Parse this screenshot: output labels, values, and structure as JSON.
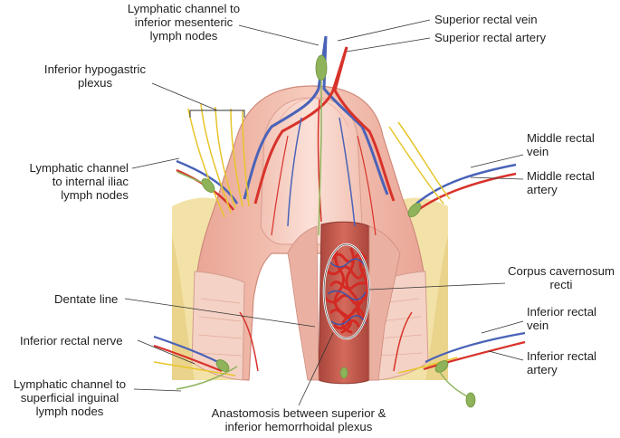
{
  "labels": {
    "lymph_mesenteric": "Lymphatic channel to\ninferior mesenteric\nlymph nodes",
    "sup_rectal_vein": "Superior rectal vein",
    "sup_rectal_artery": "Superior rectal artery",
    "inf_hypogastric": "Inferior hypogastric\nplexus",
    "middle_rectal_vein": "Middle rectal\nvein",
    "middle_rectal_artery": "Middle rectal\nartery",
    "lymph_internal_iliac": "Lymphatic channel\nto internal iliac\nlymph nodes",
    "corpus_cavernosum": "Corpus cavernosum\nrecti",
    "dentate_line": "Dentate line",
    "inf_rectal_vein": "Inferior rectal\nvein",
    "inf_rectal_nerve": "Inferior rectal nerve",
    "inf_rectal_artery": "Inferior rectal\nartery",
    "lymph_inguinal": "Lymphatic channel to\nsuperficial inguinal\nlymph nodes",
    "anastomosis": "Anastomosis between superior &\ninferior hemorrhoidal plexus"
  },
  "colors": {
    "background": "#ffffff",
    "fat": "#f3e2a8",
    "muscle": "#f0bcae",
    "mucosa": "#e79a8c",
    "artery": "#d8322a",
    "vein": "#4a63b8",
    "nerve": "#e8c52a",
    "lymph": "#8fb35a",
    "leader": "#333333"
  }
}
